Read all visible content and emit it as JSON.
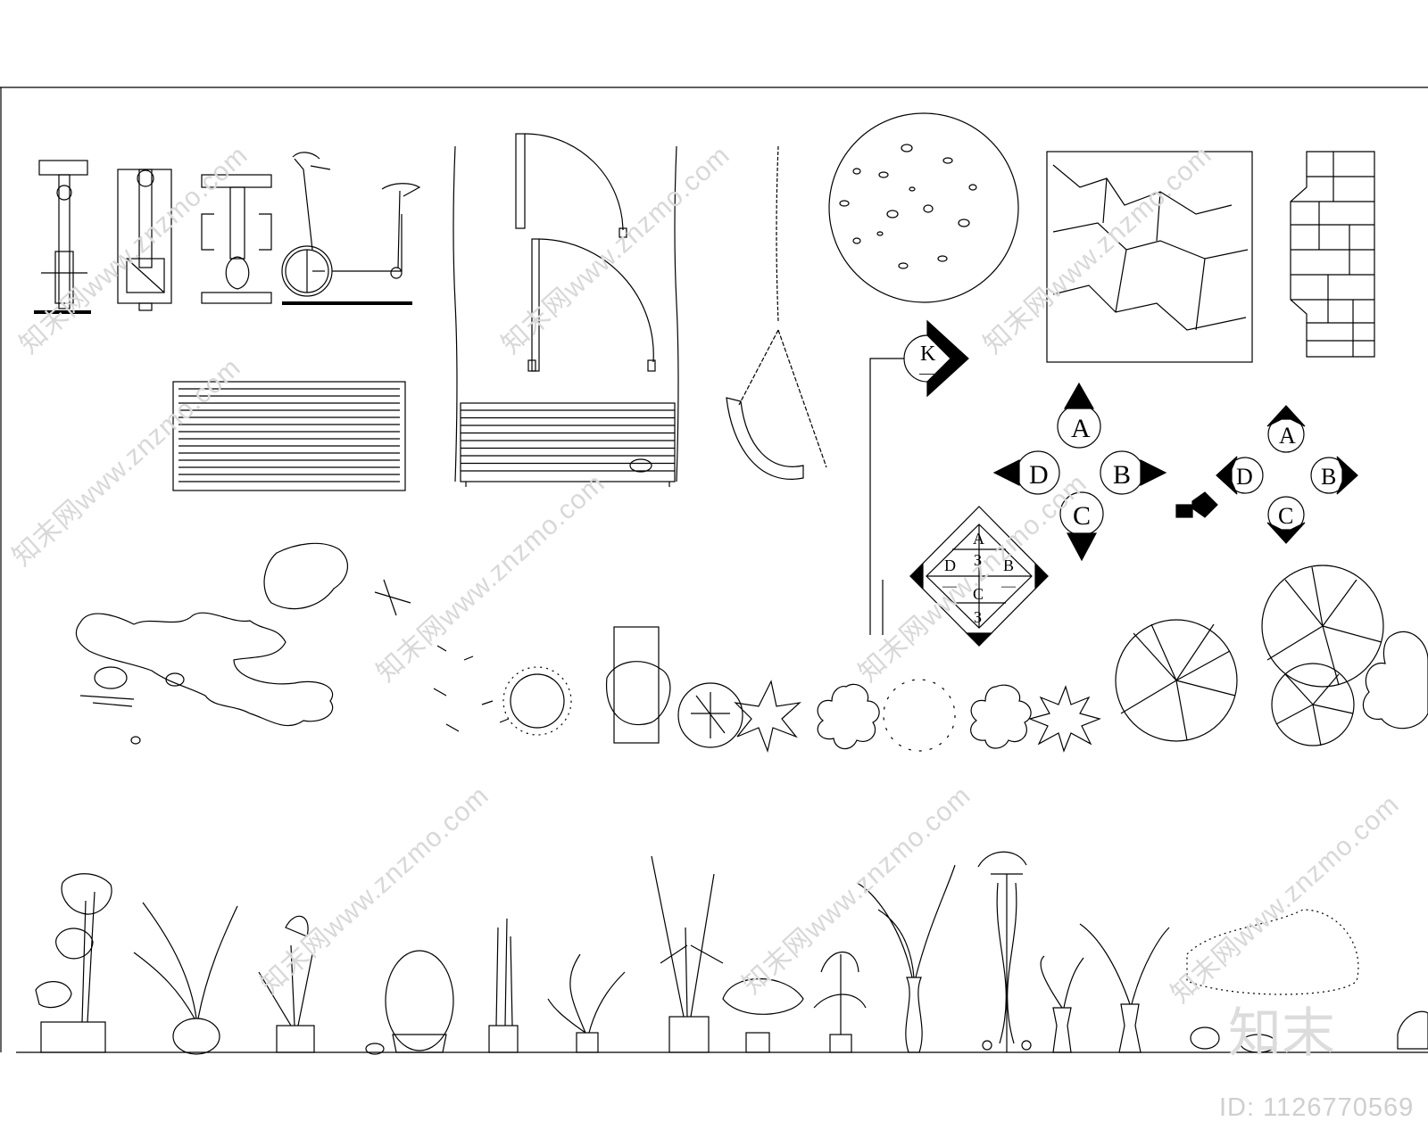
{
  "watermark_text": "知末网www.znzmo.com",
  "brand": "知末",
  "image_id": "ID: 1126770569",
  "compass_labels": {
    "k_symbol": "K",
    "k_dash": "—",
    "north": "A",
    "east": "B",
    "south": "C",
    "west": "D",
    "small_north": "A",
    "small_east": "B",
    "small_south": "C",
    "small_west": "D",
    "diamond_top": "A",
    "diamond_top_num": "3",
    "diamond_left": "D",
    "diamond_left_dash": "—",
    "diamond_right": "B",
    "diamond_right_dash": "—",
    "diamond_bottom": "C",
    "diamond_bottom_num": "3"
  },
  "colors": {
    "line": "#000000",
    "watermark": "#d8d8d8",
    "background": "#ffffff"
  }
}
